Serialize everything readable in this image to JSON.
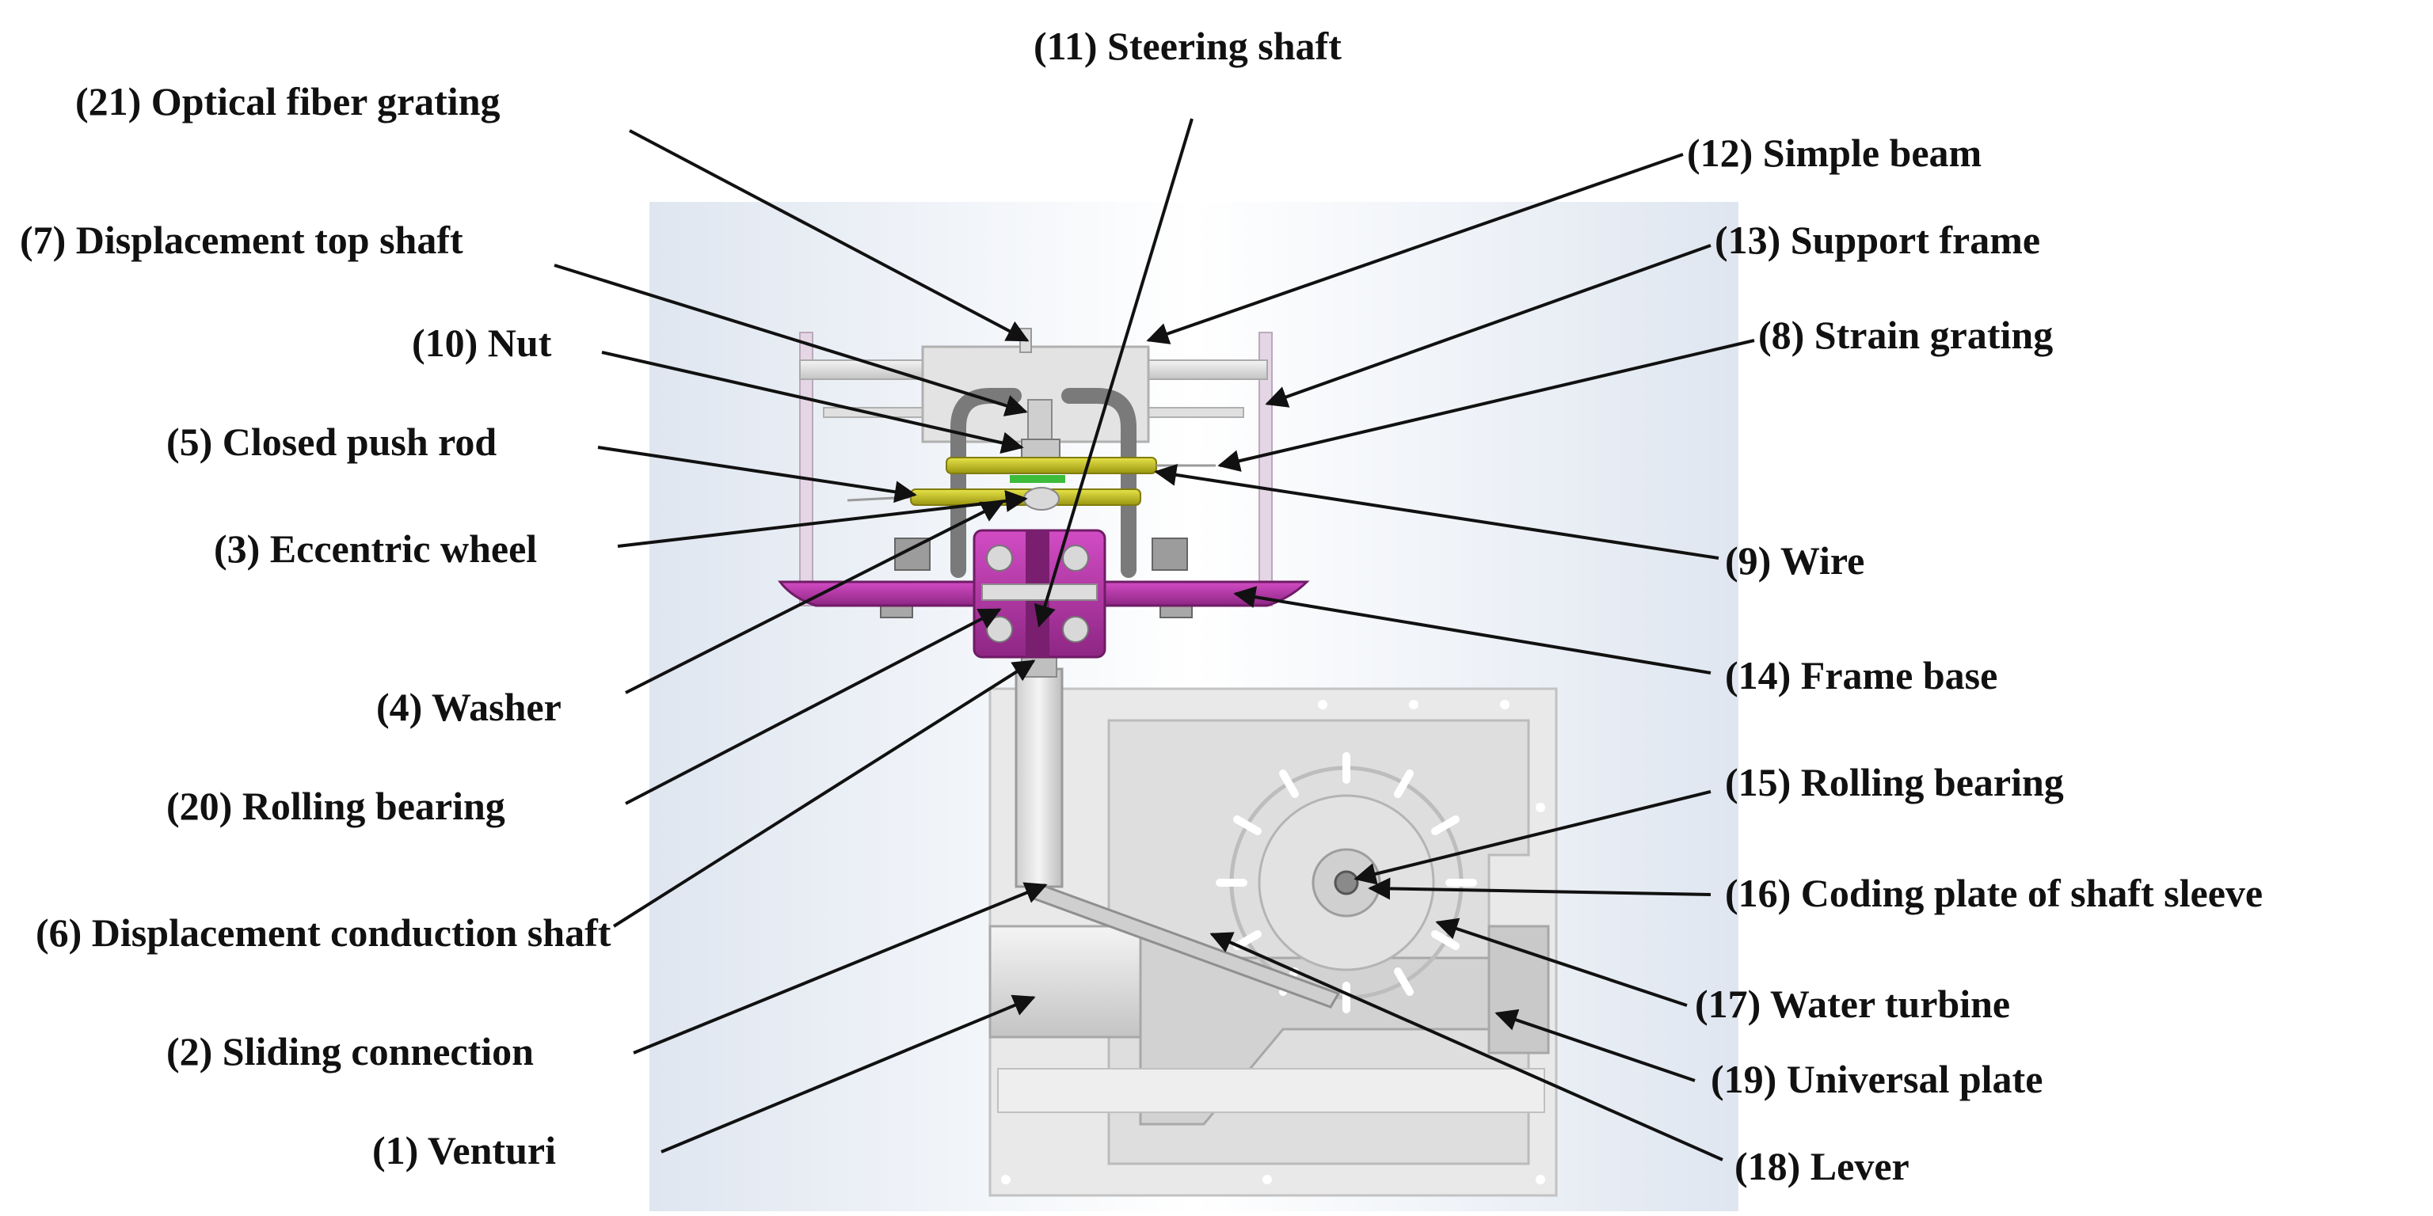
{
  "diagram": {
    "labels": {
      "l11": "(11) Steering shaft",
      "l21": "(21) Optical fiber grating",
      "l12": "(12) Simple beam",
      "l7": "(7) Displacement top shaft",
      "l13": "(13) Support frame",
      "l10": "(10) Nut",
      "l8": "(8) Strain grating",
      "l5": "(5) Closed push rod",
      "l3": "(3) Eccentric wheel",
      "l9": "(9) Wire",
      "l14": "(14) Frame base",
      "l4": "(4) Washer",
      "l15": "(15) Rolling bearing",
      "l20": "(20) Rolling bearing",
      "l16": "(16) Coding plate of shaft sleeve",
      "l6": "(6) Displacement conduction shaft",
      "l17": "(17) Water turbine",
      "l2": "(2) Sliding connection",
      "l19": "(19) Universal plate",
      "l1": "(1) Venturi",
      "l18": "(18) Lever"
    },
    "colors": {
      "frame_base": "#b436a8",
      "push_rod": "#c8c41c",
      "metal": "#d8d8d8",
      "background_panel": "#e8eef6",
      "leader": "#111111"
    }
  }
}
